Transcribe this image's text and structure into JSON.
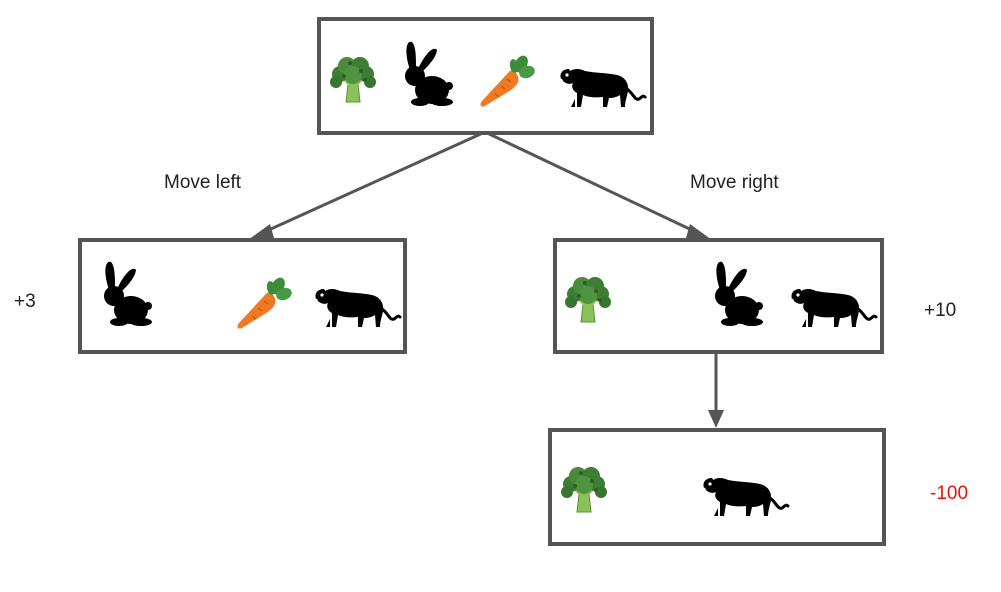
{
  "edges": {
    "left_label": "Move left",
    "right_label": "Move right"
  },
  "rewards": {
    "left_state": "+3",
    "right_state": "+10",
    "bottom_state": "-100"
  },
  "colors": {
    "box_border": "#555555",
    "arrow": "#555555",
    "text": "#222222",
    "negative_reward": "#e8140c",
    "carrot_body": "#f07a22",
    "carrot_leaves": "#3d8c3a",
    "broccoli_head": "#3f7d34",
    "broccoli_stem": "#8cc15a",
    "silhouette": "#000000"
  },
  "icons": {
    "broccoli": "broccoli-icon",
    "rabbit": "rabbit-icon",
    "carrot": "carrot-icon",
    "tiger": "tiger-icon"
  }
}
